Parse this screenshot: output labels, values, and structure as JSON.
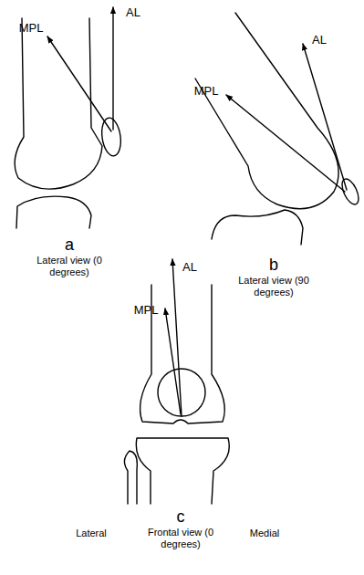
{
  "diagram": {
    "labels": [
      "MPL",
      "AL",
      "a",
      "Lateral view (0 degrees)",
      "AL",
      "MPL",
      "b",
      "Lateral view (90 degrees)",
      "AL",
      "MPL",
      "c",
      "Lateral",
      "Medial",
      "Frontal view (0 degrees)"
    ]
  }
}
